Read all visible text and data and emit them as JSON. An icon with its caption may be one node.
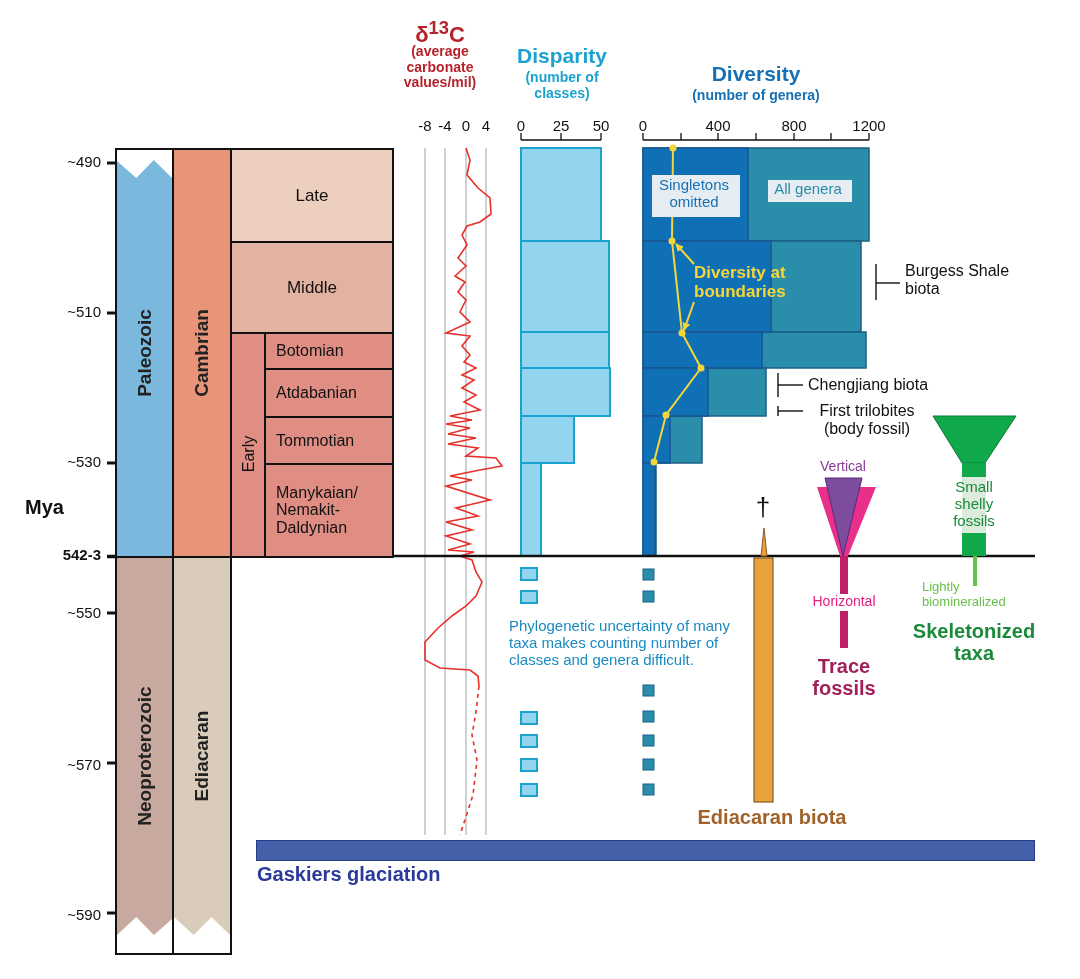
{
  "diagram": {
    "nodes": [
      {
        "text": [
          "Paleozoic"
        ]
      },
      {
        "text": [
          "Cambrian"
        ]
      },
      {
        "text": [
          "Late"
        ]
      },
      {
        "text": [
          "Middle"
        ]
      },
      {
        "text": [
          "Early"
        ]
      },
      {
        "text": [
          "Botomian"
        ],
        "in": 4
      },
      {
        "text": [
          "Atdabanian"
        ],
        "in": 4
      },
      {
        "text": [
          "Tommotian"
        ],
        "in": 4
      },
      {
        "text": [
          "Manykaian/ Nemakit-Daldynian"
        ],
        "in": 4
      },
      {
        "text": [
          "Singletons omitted"
        ]
      },
      {
        "text": [
          "All genera"
        ]
      },
      {
        "text": [
          "Diversity at boundaries"
        ]
      },
      {
        "text": [
          "Neoproterozoic"
        ]
      },
      {
        "text": [
          "Ediacaran"
        ]
      },
      {
        "text": [
          "Gaskiers glaciation"
        ]
      }
    ],
    "edges": [
      {
        "from": 11,
        "to": null,
        "arrow": "to"
      },
      {
        "from": 11,
        "to": null,
        "arrow": "to"
      }
    ],
    "labels": [
      "δ$^{13}$C",
      "(average carbonate values/mil)",
      "-8",
      "-4",
      "0",
      "4",
      "Disparity",
      "(number of classes)",
      "0",
      "25",
      "50",
      "Diversity",
      "(number of genera)",
      "0",
      "400",
      "800",
      "1200",
      "~490",
      "Burgess Shale biota",
      "~510",
      "Chengjiang biota",
      "First trilobites (body fossil)",
      "~530",
      "Vertical",
      "†",
      "Small shelly fossils",
      "Mya",
      "542-3",
      "Lightly biomineralized",
      "Horizontal",
      "~550",
      "Phylogenetic uncertainty of many taxa makes counting number of classes and genera difficult.",
      "Skeletonized taxa",
      "Trace fossils",
      "~570",
      "Ediacaran biota",
      "~590"
    ]
  }
}
